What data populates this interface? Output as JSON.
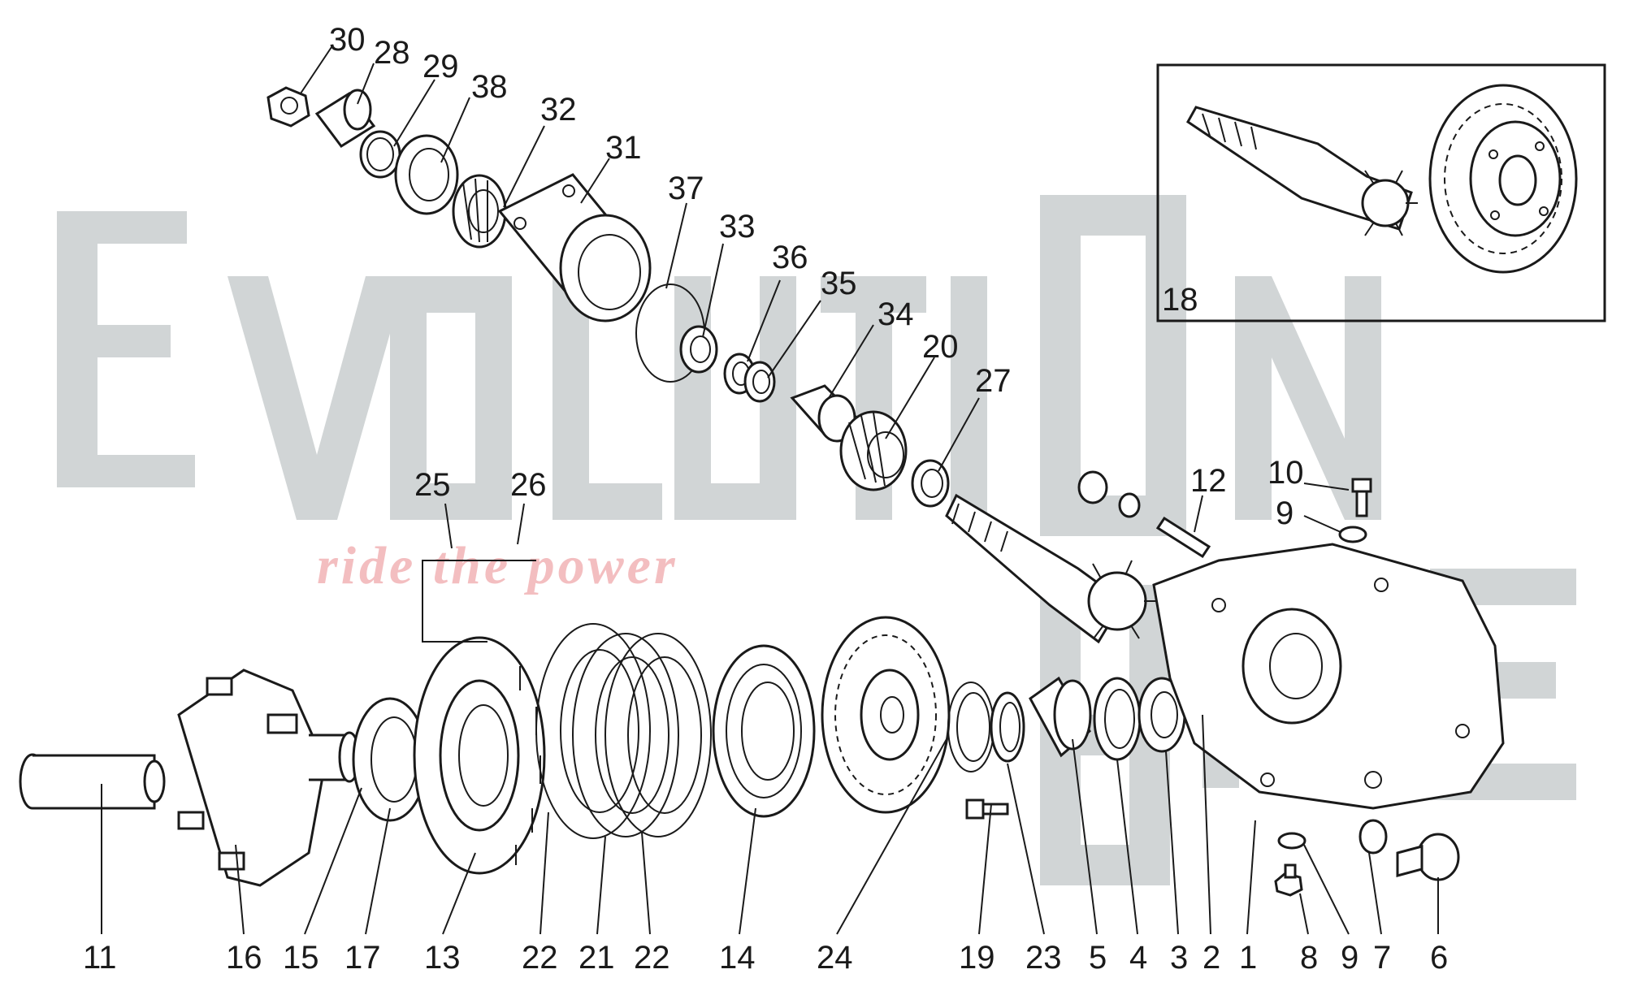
{
  "watermark": {
    "brand_left": "Evolution",
    "brand_right": "Bike",
    "tagline": "ride the power"
  },
  "inset_label": "18",
  "callouts": {
    "n30": "30",
    "n28": "28",
    "n29": "29",
    "n38": "38",
    "n32": "32",
    "n31": "31",
    "n37": "37",
    "n33": "33",
    "n36": "36",
    "n35": "35",
    "n34": "34",
    "n20": "20",
    "n27": "27",
    "n25": "25",
    "n26": "26",
    "n12": "12",
    "n10": "10",
    "n9a": "9",
    "b11": "11",
    "b16": "16",
    "b15": "15",
    "b17": "17",
    "b13": "13",
    "b22a": "22",
    "b21": "21",
    "b22b": "22",
    "b14": "14",
    "b24": "24",
    "b19": "19",
    "b23": "23",
    "b5": "5",
    "b4": "4",
    "b3": "3",
    "b2": "2",
    "b1": "1",
    "b8": "8",
    "b9": "9",
    "b7": "7",
    "b6": "6"
  }
}
